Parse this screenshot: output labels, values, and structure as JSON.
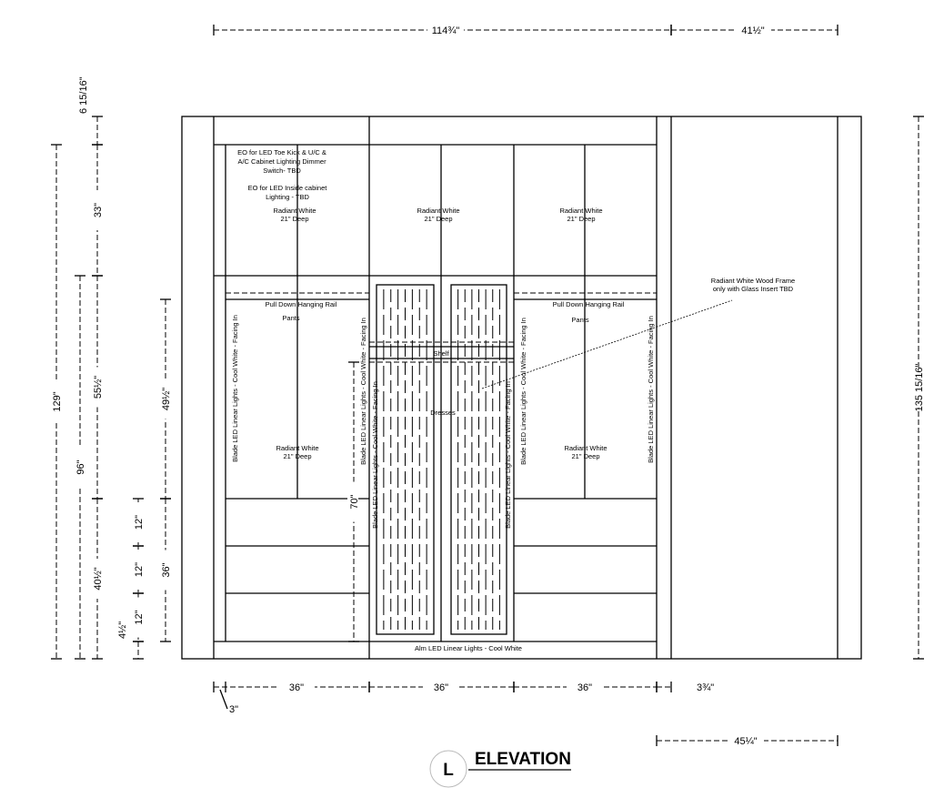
{
  "drawing": {
    "title": "ELEVATION",
    "marker": "L",
    "notes": {
      "eo_toe_kick": [
        "EO for LED Toe Kick & U/C &",
        "A/C Cabinet Lighting Dimmer",
        "Switch- TBD"
      ],
      "eo_inside": [
        "EO for LED Inside cabinet",
        "Lighting - TBD"
      ],
      "finish": "Radiant White",
      "depth": "21\" Deep",
      "rail": "Pull Down Hanging Rail",
      "pants": "Pants",
      "shelf": "Shelf",
      "dresses": "Dresses",
      "blade_led": "Blade LED Linear Lights - Cool White - Facing In",
      "alm_led": "Alm LED Linear Lights - Cool White",
      "frame_note": [
        "Radiant White Wood Frame",
        "only with Glass Insert TBD"
      ]
    },
    "dims": {
      "top_main": "114¾\"",
      "top_right": "41½\"",
      "bottom_left": "36\"",
      "bottom_center": "36\"",
      "bottom_right": "36\"",
      "bottom_gap": "3¾\"",
      "bottom_stile": "3\"",
      "bottom_far": "45¼\"",
      "right_total": "135 15/16\"",
      "left_total": "129\"",
      "left_96": "96\"",
      "left_top": "6 15/16\"",
      "left_33": "33\"",
      "left_55": "55½\"",
      "left_40": "40½\"",
      "left_12a": "12\"",
      "left_12b": "12\"",
      "left_12c": "12\"",
      "left_4": "4½\"",
      "left_49": "49½\"",
      "left_36": "36\"",
      "inner_70": "70\""
    }
  }
}
